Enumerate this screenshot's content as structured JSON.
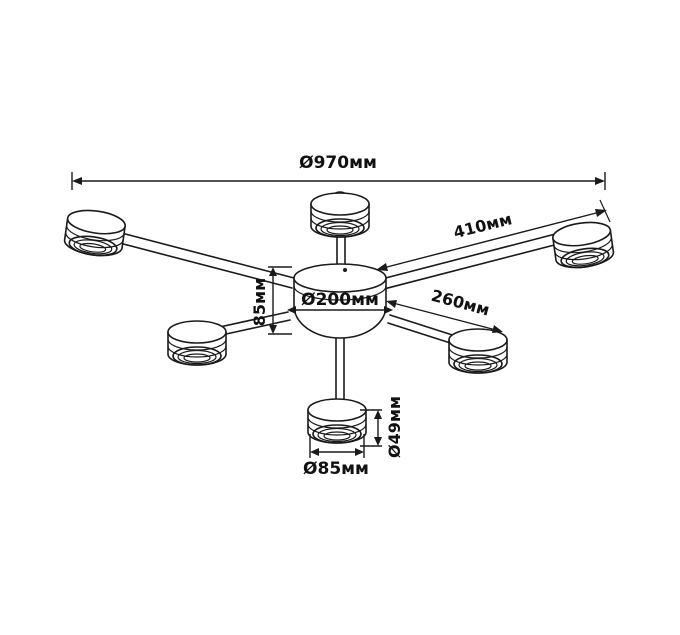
{
  "dimensions": {
    "overall_diameter": "Ø970мм",
    "arm_long": "410мм",
    "arm_short": "260мм",
    "base_diameter": "Ø200мм",
    "base_height": "85мм",
    "shade_diameter": "Ø85мм",
    "shade_height": "Ø49мм"
  },
  "colors": {
    "line": "#1a1a1a",
    "background": "#ffffff"
  }
}
